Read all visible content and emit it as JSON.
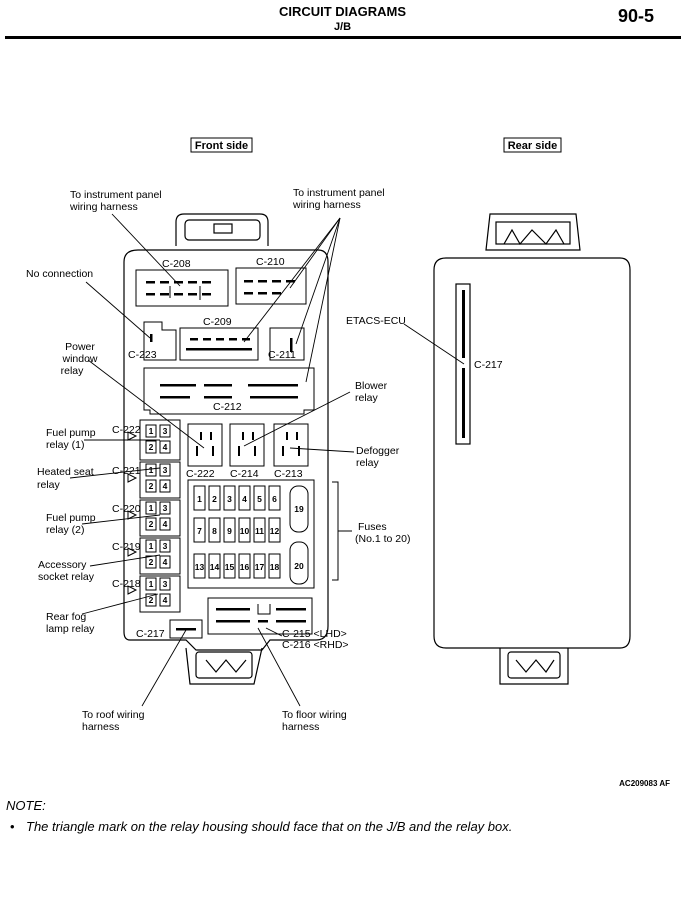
{
  "header": {
    "title": "CIRCUIT DIAGRAMS",
    "subtitle": "J/B",
    "page": "90-5"
  },
  "diagram": {
    "front_label": "Front side",
    "rear_label": "Rear side",
    "callouts": {
      "ip_left_1": "To instrument panel",
      "ip_left_2": "wiring harness",
      "ip_right_1": "To instrument panel",
      "ip_right_2": "wiring harness",
      "no_connection": "No connection",
      "pw_1": "Power",
      "pw_2": "window",
      "pw_3": "relay",
      "fp1_1": "Fuel pump",
      "fp1_2": "relay (1)",
      "hs_1": "Heated seat",
      "hs_2": "relay",
      "fp2_1": "Fuel pump",
      "fp2_2": "relay (2)",
      "acc_1": "Accessory",
      "acc_2": "socket relay",
      "rf_1": "Rear fog",
      "rf_2": "lamp relay",
      "blower_1": "Blower",
      "blower_2": "relay",
      "defog_1": "Defogger",
      "defog_2": "relay",
      "fuses_1": "Fuses",
      "fuses_2": "(No.1 to 20)",
      "etacs": "ETACS-ECU",
      "roof_1": "To roof wiring",
      "roof_2": "harness",
      "floor_1": "To floor wiring",
      "floor_2": "harness",
      "c215": "C-215 <LHD>",
      "c216": "C-216 <RHD>"
    },
    "connectors": {
      "c208": "C-208",
      "c210": "C-210",
      "c209": "C-209",
      "c223": "C-223",
      "c211": "C-211",
      "c212": "C-212",
      "c222a": "C-222",
      "c222b": "C-222",
      "c214": "C-214",
      "c213": "C-213",
      "c221": "C-221",
      "c220": "C-220",
      "c219": "C-219",
      "c218": "C-218",
      "c217a": "C-217",
      "c217b": "C-217"
    },
    "relay_pins": [
      "1",
      "3",
      "2",
      "4"
    ],
    "fuses": {
      "row1": [
        "1",
        "2",
        "3",
        "4",
        "5",
        "6"
      ],
      "row2": [
        "7",
        "8",
        "9",
        "10",
        "11",
        "12"
      ],
      "row3": [
        "13",
        "14",
        "15",
        "16",
        "17",
        "18"
      ],
      "f19": "19",
      "f20": "20"
    }
  },
  "figure_id": "AC209083 AF",
  "note": {
    "heading": "NOTE:",
    "bullet": "•",
    "text": "The triangle mark on the relay housing should face that on the J/B and the relay box."
  }
}
